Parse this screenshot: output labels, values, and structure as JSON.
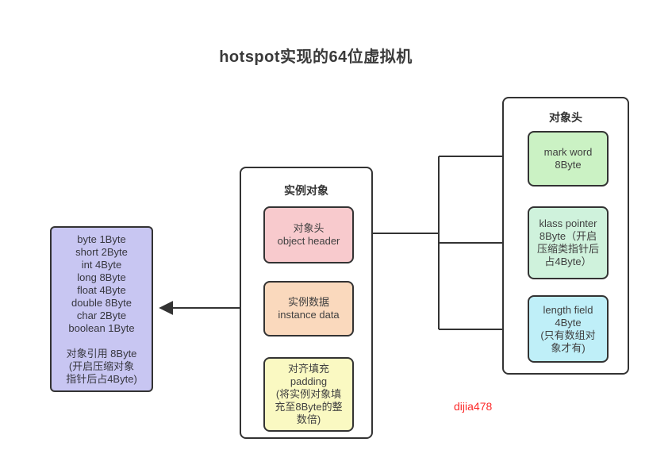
{
  "title": "hotspot实现的64位虚拟机",
  "watermark": "dijia478",
  "left_box": {
    "text": "byte 1Byte\nshort 2Byte\nint 4Byte\nlong 8Byte\nfloat 4Byte\ndouble 8Byte\nchar 2Byte\nboolean 1Byte\n\n对象引用 8Byte\n(开启压缩对象\n指针后占4Byte)"
  },
  "instance_object": {
    "label": "实例对象",
    "object_header": {
      "text": "对象头\nobject header",
      "fill": "#f8cacd"
    },
    "instance_data": {
      "text": "实例数据\ninstance data",
      "fill": "#fad9bd"
    },
    "padding": {
      "text": "对齐填充\npadding\n(将实例对象填\n充至8Byte的整\n数倍)",
      "fill": "#faf9c2"
    }
  },
  "object_header_group": {
    "label": "对象头",
    "mark_word": {
      "text": "mark word\n8Byte",
      "fill": "#cbf2c4"
    },
    "klass_pointer": {
      "text": "klass pointer\n8Byte（开启\n压缩类指针后\n占4Byte）",
      "fill": "#cff2dc"
    },
    "length_field": {
      "text": "length field\n4Byte\n(只有数组对\n象才有)",
      "fill": "#bfeff8"
    }
  },
  "colors": {
    "line": "#333333",
    "title_text": "#3a3a3a",
    "node_text": "#404040",
    "left_box_fill": "#c8c6f2",
    "watermark_red": "#fc2b2b",
    "background": "#ffffff"
  }
}
